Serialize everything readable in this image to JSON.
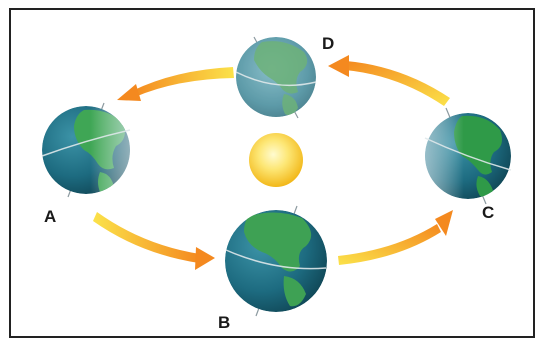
{
  "labels": {
    "a": "A",
    "b": "B",
    "c": "C",
    "d": "D"
  },
  "colors": {
    "frame": "#222222",
    "arrow_start": "#fbe24a",
    "arrow_end": "#f4891f",
    "sun_core": "#fff38a",
    "sun_edge": "#f5c31d",
    "ocean": "#1e6f84",
    "land": "#2f9a48"
  },
  "icons": {
    "sun": "sun-icon",
    "earth": "earth-globe-icon",
    "orbit_arrow": "orbit-arrow"
  }
}
